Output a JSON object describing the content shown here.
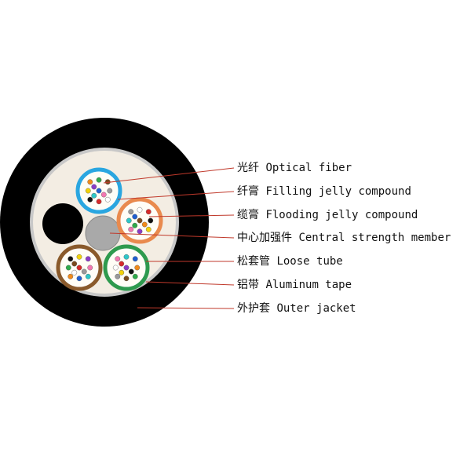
{
  "colors": {
    "outer_jacket": "#000000",
    "aluminum_tape": "#c8c8c8",
    "jelly": "#f3ede3",
    "center_member": "#a9a9a9",
    "filler": "#000000",
    "leader": "#c0392b",
    "fiber_colors": [
      "#1f5fd1",
      "#f08a1a",
      "#2eaa4a",
      "#7a4a1e",
      "#9a9a9a",
      "#ffffff",
      "#d62a2a",
      "#111111",
      "#f2d20a",
      "#8a3cc7",
      "#f277b1",
      "#2ec7c7"
    ]
  },
  "tubes": [
    {
      "name": "tube-blue",
      "color": "#2aa6e0"
    },
    {
      "name": "tube-orange",
      "color": "#e98a4e"
    },
    {
      "name": "tube-brown",
      "color": "#8a5a2b"
    },
    {
      "name": "tube-green",
      "color": "#2e9a4e"
    }
  ],
  "labels": [
    {
      "cn": "光纤",
      "en": "Optical fiber"
    },
    {
      "cn": "纤膏",
      "en": "Filling jelly compound"
    },
    {
      "cn": "缆膏",
      "en": "Flooding jelly compound"
    },
    {
      "cn": "中心加强件",
      "en": "Central strength member"
    },
    {
      "cn": "松套管",
      "en": "Loose tube"
    },
    {
      "cn": "铝带",
      "en": "Aluminum tape"
    },
    {
      "cn": "外护套",
      "en": "Outer jacket"
    }
  ]
}
